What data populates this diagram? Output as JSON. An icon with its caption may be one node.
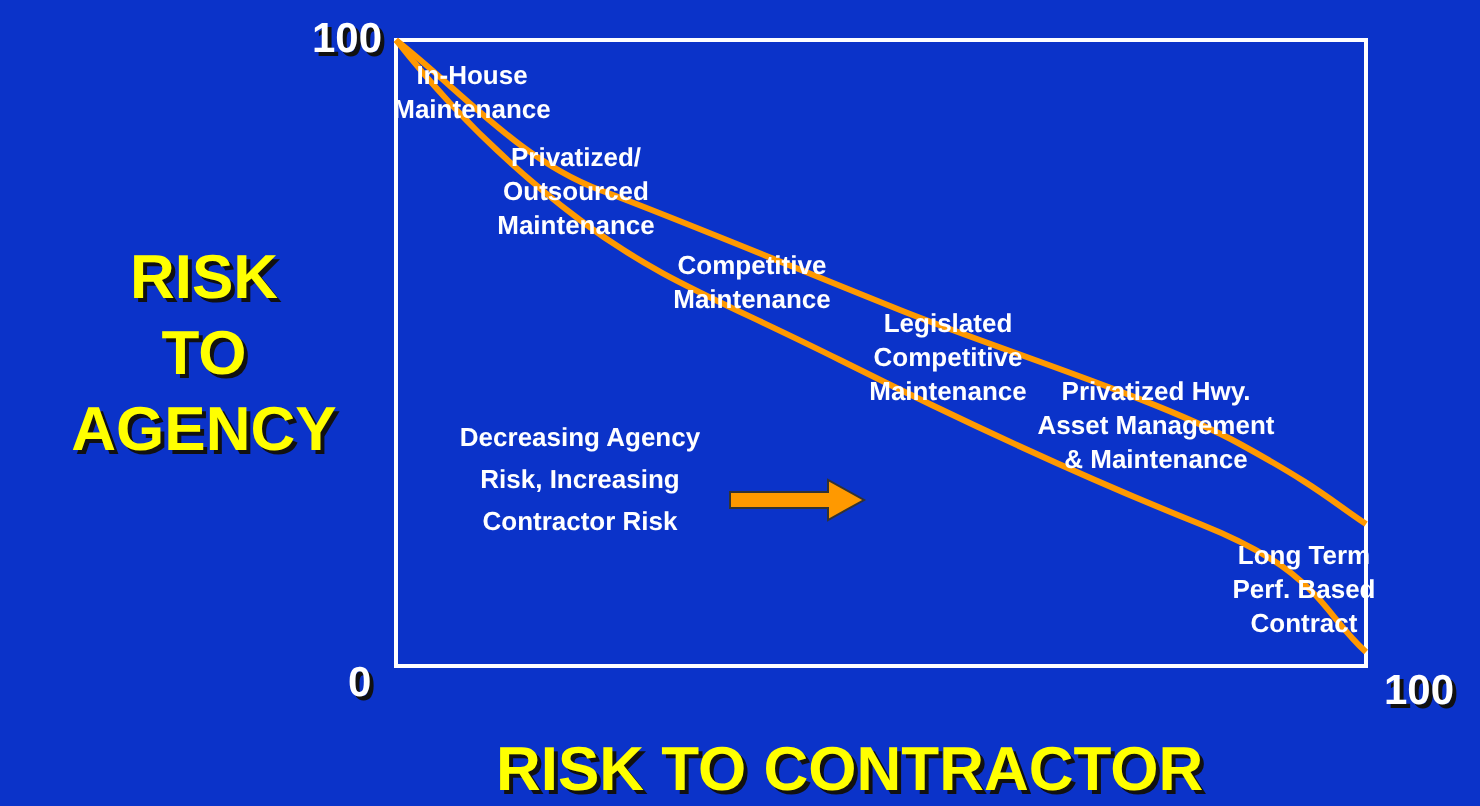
{
  "diagram": {
    "labels": [
      "100",
      "In-House Maintenance",
      "Privatized/ Outsourced Maintenance",
      "Competitive Maintenance",
      "Legislated Competitive Maintenance",
      "Privatized Hwy. Asset Management & Maintenance",
      "Long Term Perf. Based Contract",
      "RISK TO AGENCY",
      "Decreasing Agency Risk, Increasing Contractor Risk",
      "0",
      "100",
      "RISK TO CONTRACTOR"
    ]
  }
}
